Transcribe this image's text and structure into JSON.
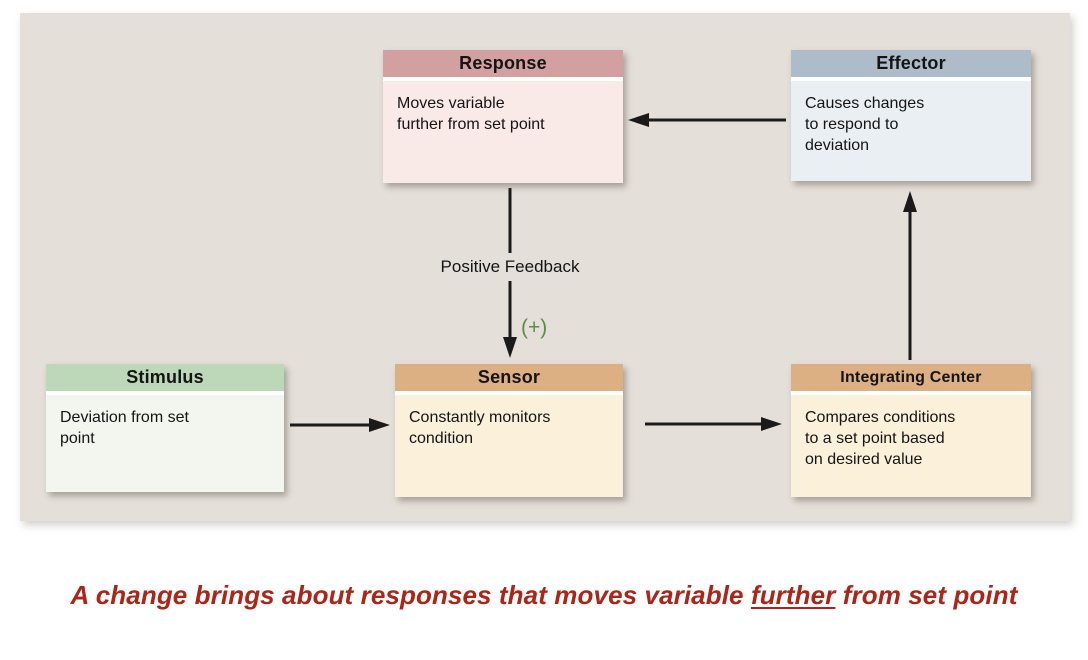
{
  "diagram": {
    "panel_bg": "#e4dfd8",
    "text_color": "#141414",
    "arrow_color": "#1a1a1a",
    "boxes": [
      {
        "key": "response",
        "title": "Response",
        "body": "Moves variable\nfurther from set point",
        "header_color": "#d2a0a1",
        "body_color": "#f9e9e7"
      },
      {
        "key": "effector",
        "title": "Effector",
        "body": "Causes changes\nto respond to\ndeviation",
        "header_color": "#aebcc9",
        "body_color": "#eaeff3"
      },
      {
        "key": "stimulus",
        "title": "Stimulus",
        "body": "Deviation from set\npoint",
        "header_color": "#bdd8b8",
        "body_color": "#f3f6ee"
      },
      {
        "key": "sensor",
        "title": "Sensor",
        "body": "Constantly monitors\ncondition",
        "header_color": "#ddb083",
        "body_color": "#fbf0da"
      },
      {
        "key": "integrating_center",
        "title": "Integrating Center",
        "body": "Compares conditions\nto a set point based\non desired value",
        "header_color": "#ddb083",
        "body_color": "#fbf0da"
      }
    ],
    "labels": {
      "feedback": "Positive Feedback",
      "plus_sign": "(+)",
      "plus_color": "#5d8b4b"
    }
  },
  "caption": {
    "text_before": "A change brings about responses that moves variable ",
    "text_underlined": "further",
    "text_after": " from set point",
    "color": "#ab2519"
  }
}
